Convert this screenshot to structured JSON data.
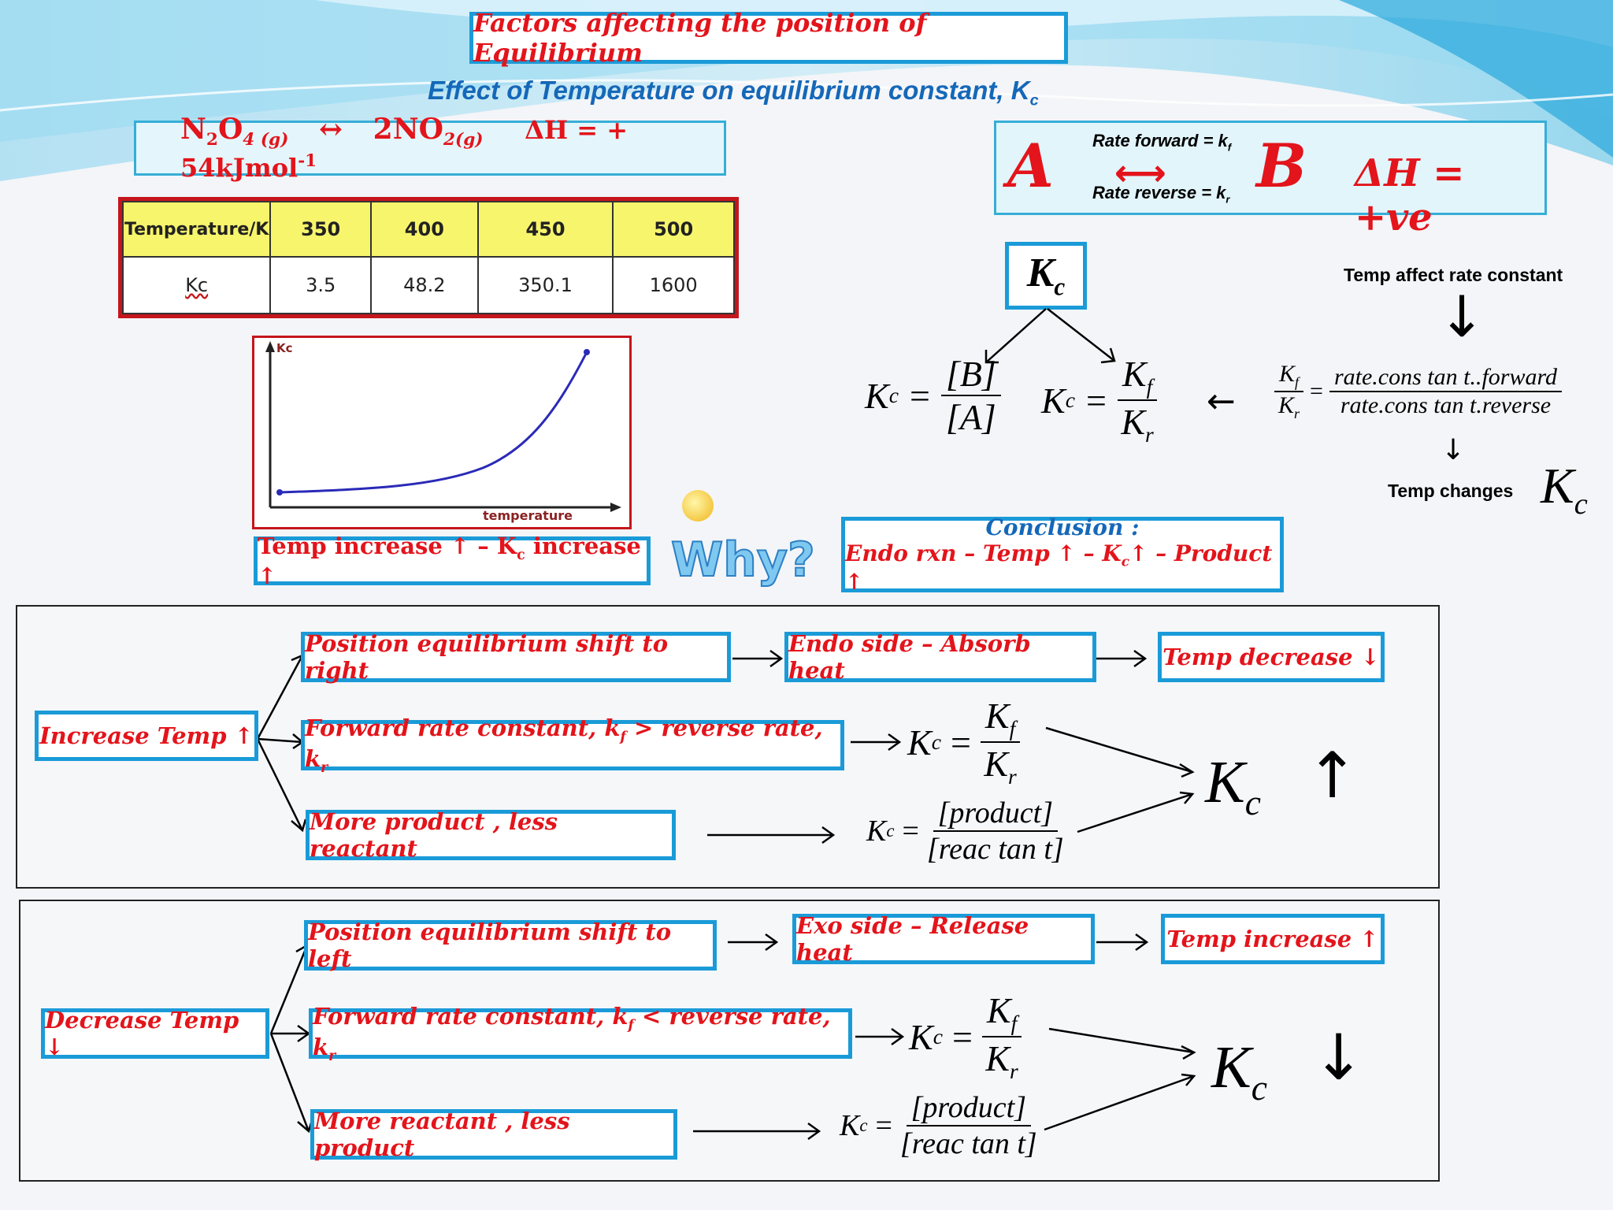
{
  "title": "Factors affecting the position of Equilibrium",
  "subtitle": {
    "text": "Effect of Temperature on equilibrium constant, K",
    "sub": "c"
  },
  "reaction": {
    "lhs": "N",
    "lhs_sub1": "2",
    "lhs_o": "O",
    "lhs_sub2": "4 (g)",
    "arrow": "↔",
    "rhs": "2NO",
    "rhs_sub": "2(g)",
    "dh": "ΔH = + 54kJmol",
    "dh_sup": "-1"
  },
  "rate_box": {
    "a": "A",
    "b": "B",
    "forward": "Rate forward = k",
    "forward_sub": "f",
    "reverse": "Rate reverse = k",
    "reverse_sub": "r",
    "arrow": "⟷",
    "dh": "ΔH = +ve"
  },
  "table": {
    "header_label": "Temperature/K",
    "temps": [
      "350",
      "400",
      "450",
      "500"
    ],
    "row_label": "Kc",
    "values": [
      "3.5",
      "48.2",
      "350.1",
      "1600"
    ]
  },
  "graph": {
    "ylabel": "Kc",
    "xlabel": "temperature"
  },
  "temp_increase_box": {
    "pre": "Temp increase ↑ – K",
    "sub": "c",
    "post": " increase ↑"
  },
  "why": "Why?",
  "conclusion": {
    "head": "Conclusion :",
    "line_pre": "Endo rxn – Temp ↑ – K",
    "line_sub": "c",
    "line_post": "↑ – Product ↑"
  },
  "kc_box": {
    "k": "K",
    "sub": "c"
  },
  "eq": {
    "k": "K",
    "c": "c",
    "eq": "=",
    "B": "[B]",
    "A": "[A]",
    "Kf": "K",
    "f": "f",
    "Kr": "K",
    "r": "r",
    "arrow_left": "←",
    "rate_forward": "rate.cons tan t..forward",
    "rate_reverse": "rate.cons tan t.reverse"
  },
  "temp_affect": "Temp affect rate constant",
  "temp_changes": "Temp changes",
  "down_arrow": "↓",
  "up_arrow": "↑",
  "right_arrow": "⟶",
  "increase_panel": {
    "root": "Increase Temp ↑",
    "b1": "Position equilibrium shift to right",
    "b1a": "Endo side – Absorb heat",
    "b1b": "Temp decrease ↓",
    "b2_pre": "Forward rate constant, k",
    "b2_f": "f",
    "b2_mid": " >  reverse rate, k",
    "b2_r": "r",
    "b3": "More product , less reactant",
    "product": "[product]",
    "reactant": "[reac tan t]"
  },
  "decrease_panel": {
    "root": "Decrease Temp ↓",
    "b1": "Position equilibrium shift to left",
    "b1a": "Exo side – Release heat",
    "b1b": "Temp increase ↑",
    "b2_pre": "Forward rate constant, k",
    "b2_f": "f",
    "b2_mid": " <  reverse rate, k",
    "b2_r": "r",
    "b3": "More reactant , less product",
    "product": "[product]",
    "reactant": "[reac tan t]"
  },
  "colors": {
    "accent_blue": "#1a9bd8",
    "red": "#e3141b",
    "table_header": "#f7f56b",
    "table_border": "#c4161c",
    "curve": "#2a2ab8"
  }
}
